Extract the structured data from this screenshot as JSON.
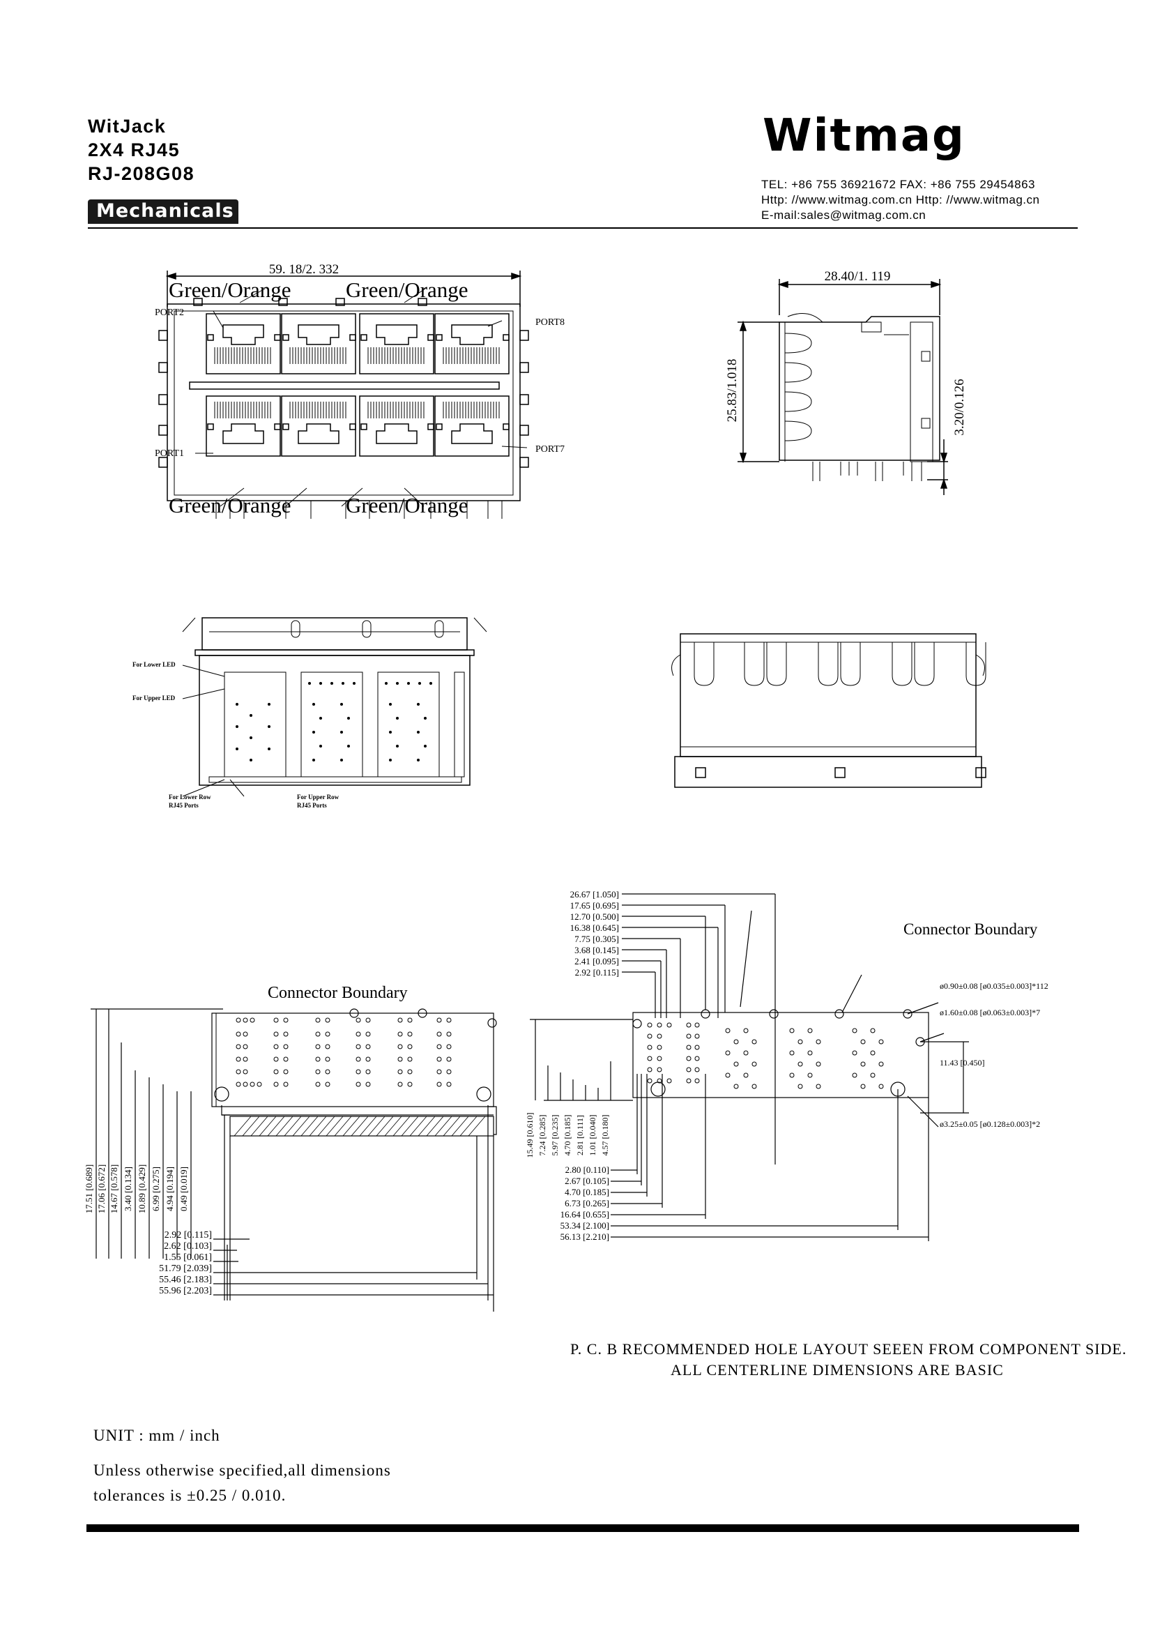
{
  "header": {
    "line1": "WitJack",
    "line2": "2X4 RJ45",
    "line3": "RJ-208G08",
    "section": "Mechanicals",
    "brand": "Witmag",
    "tel_fax": "TEL: +86 755 36921672  FAX: +86 755 29454863",
    "http": "Http: //www.witmag.com.cn   Http: //www.witmag.cn",
    "email": "E-mail:sales@witmag.com.cn"
  },
  "front_view": {
    "width_dim": "59. 18/2. 332",
    "led_top_left": "Green/Orange",
    "led_top_right": "Green/Orange",
    "led_bottom_left": "Green/Orange",
    "led_bottom_right": "Green/Orange",
    "port2": "PORT2",
    "port8": "PORT8",
    "port1": "PORT1",
    "port7": "PORT7"
  },
  "side_view": {
    "depth_dim": "28.40/1. 119",
    "height_dim": "25.83/1.018",
    "pin_dim": "3.20/0.126"
  },
  "bottom_view": {
    "lower_led": "For Lower LED",
    "upper_led": "For Upper LED",
    "lower_row": "For Lower Row",
    "lower_row2": "RJ45 Ports",
    "upper_row": "For Upper Row",
    "upper_row2": "RJ45 Ports"
  },
  "left_pcb": {
    "boundary": "Connector Boundary",
    "vert_dims": [
      "17.51 [0.689]",
      "17.06 [0.672]",
      "14.67 [0.578]",
      "3.40 [0.134]",
      "10.89 [0.429]",
      "6.99 [0.275]",
      "4.94 [0.194]",
      "0.49 [0.019]"
    ],
    "horiz_dims": [
      "2.92 [0.115]",
      "2.62 [0.103]",
      "1.55 [0.061]",
      "51.79 [2.039]",
      "55.46 [2.183]",
      "55.96 [2.203]"
    ]
  },
  "right_pcb": {
    "boundary": "Connector Boundary",
    "top_dims": [
      "26.67 [1.050]",
      "17.65 [0.695]",
      "12.70 [0.500]",
      "16.38 [0.645]",
      "7.75 [0.305]",
      "3.68 [0.145]",
      "2.41 [0.095]",
      "2.92 [0.115]"
    ],
    "vert_dims": [
      "15.49 [0.610]",
      "7.24 [0.285]",
      "5.97 [0.235]",
      "4.70 [0.185]",
      "2.81 [0.111]",
      "1.01 [0.040]",
      "4.57 [0.180]"
    ],
    "bottom_dims": [
      "2.80 [0.110]",
      "2.67 [0.105]",
      "4.70 [0.185]",
      "6.73 [0.265]",
      "16.64 [0.655]",
      "53.34 [2.100]",
      "56.13 [2.210]"
    ],
    "hole1": "ø0.90±0.08 [ø0.035±0.003]*112",
    "hole2": "ø1.60±0.08 [ø0.063±0.003]*7",
    "spacing": "11.43 [0.450]",
    "hole3": "ø3.25±0.05 [ø0.128±0.003]*2",
    "caption1": "P. C. B RECOMMENDED HOLE LAYOUT SEEEN FROM COMPONENT SIDE.",
    "caption2": "ALL CENTERLINE DIMENSIONS ARE BASIC"
  },
  "notes": {
    "unit": "UNIT : mm / inch",
    "tol1": "Unless otherwise specified,all dimensions",
    "tol2": "tolerances   is  ±0.25 / 0.010."
  }
}
